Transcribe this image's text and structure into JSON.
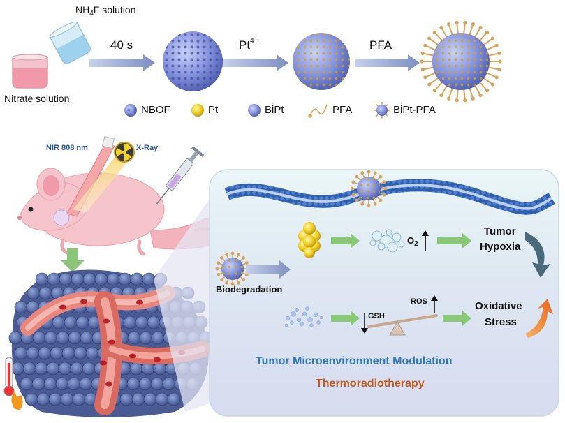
{
  "synthesis": {
    "nh4f_label": {
      "pre": "NH",
      "sub": "4",
      "post": "F solution"
    },
    "nitrate_label": "Nitrate solution",
    "step1": "40 s",
    "step2": {
      "main": "Pt",
      "sup": "4+"
    },
    "step3": "PFA"
  },
  "legend": [
    "NBOF",
    "Pt",
    "BiPt",
    "PFA",
    "BiPt-PFA"
  ],
  "mouse": {
    "nir_label": "NIR 808 nm",
    "xray_label": "X-Ray"
  },
  "panel": {
    "biodegradation": "Biodegradation",
    "o2": {
      "main": "O",
      "sub": "2"
    },
    "hypoxia": [
      "Tumor",
      "Hypoxia"
    ],
    "gsh": "GSH",
    "ros": "ROS",
    "stress": [
      "Oxidative",
      "Stress"
    ],
    "title": "Tumor Microenvironment Modulation",
    "subtitle": "Thermoradiotherapy"
  },
  "colors": {
    "arrow_blue": "#8a9cc6",
    "arrow_green": "#7fc36a",
    "title_blue": "#2e77b8",
    "subtitle_orange": "#c65a1e",
    "panel_bg": "#dfe8f2",
    "sphere": "#7f8fd6"
  }
}
